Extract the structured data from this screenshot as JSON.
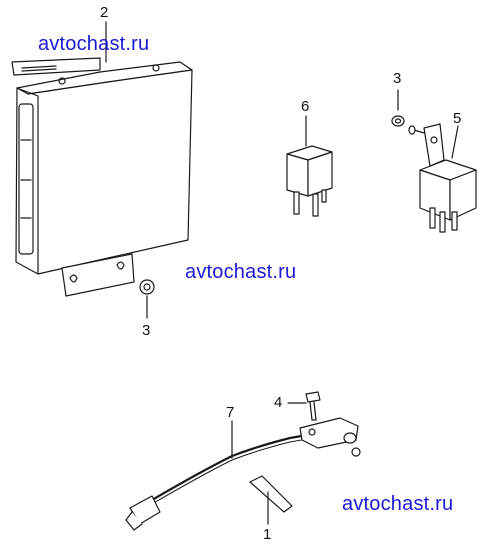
{
  "watermarks": {
    "top_left": "avtochast.ru",
    "middle": "avtochast.ru",
    "bottom_right": "avtochast.ru"
  },
  "callouts": {
    "ecu": "2",
    "nut_ecu": "3",
    "nut_relay": "3",
    "relay_small": "6",
    "relay_bracket": "5",
    "bolt": "4",
    "harness": "7",
    "clip": "1"
  }
}
